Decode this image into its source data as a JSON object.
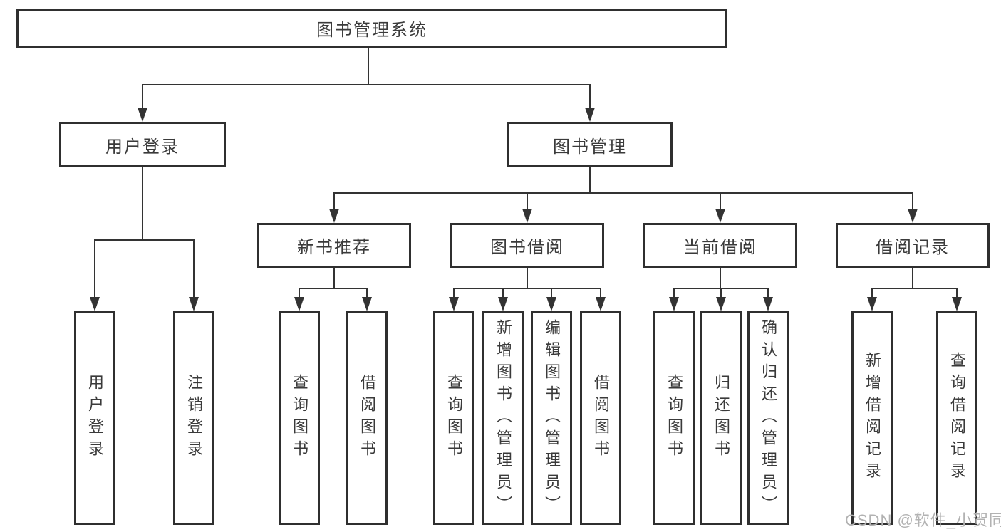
{
  "tree": {
    "label": "图书管理系统",
    "children": [
      {
        "label": "用户登录",
        "children": [
          {
            "label": "用户登录"
          },
          {
            "label": "注销登录"
          }
        ]
      },
      {
        "label": "图书管理",
        "children": [
          {
            "label": "新书推荐",
            "children": [
              {
                "label": "查询图书"
              },
              {
                "label": "借阅图书"
              }
            ]
          },
          {
            "label": "图书借阅",
            "children": [
              {
                "label": "查询图书"
              },
              {
                "label": "新增图书（管理员）"
              },
              {
                "label": "编辑图书（管理员）"
              },
              {
                "label": "借阅图书"
              }
            ]
          },
          {
            "label": "当前借阅",
            "children": [
              {
                "label": "查询图书"
              },
              {
                "label": "归还图书"
              },
              {
                "label": "确认归还（管理员）"
              }
            ]
          },
          {
            "label": "借阅记录",
            "children": [
              {
                "label": "新增借阅记录"
              },
              {
                "label": "查询借阅记录"
              }
            ]
          }
        ]
      }
    ]
  },
  "watermark": {
    "text": "CSDN @软件_小贺同学"
  },
  "colors": {
    "line": "#333333",
    "box_border": "#2f2f2f",
    "text": "#3a3a3a",
    "watermark": "#b2b2b2",
    "background": "#ffffff"
  }
}
